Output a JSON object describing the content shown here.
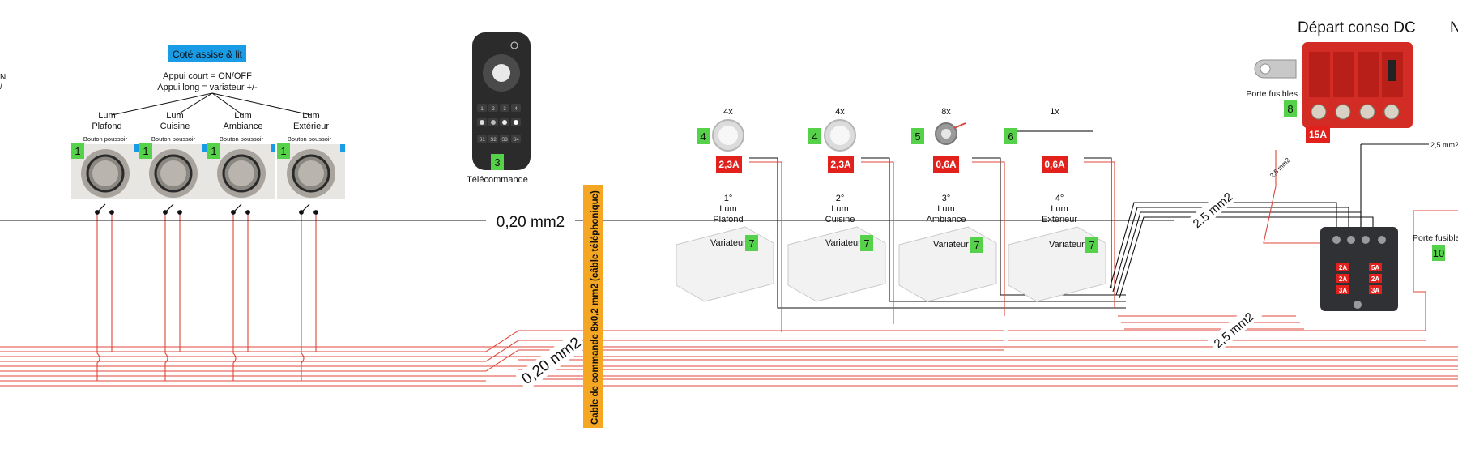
{
  "header": {
    "depart_conso": "Départ conso DC",
    "edge_char": "N",
    "left_edge_fragment": "N\n/"
  },
  "buttons_group": {
    "title": "Coté assise & lit",
    "appui_court": "Appui court = ON/OFF",
    "appui_long": "Appui long = variateur +/-",
    "button_caption": "Bouton poussoir",
    "badge": "1",
    "labels": [
      [
        "Lum",
        "Plafond"
      ],
      [
        "Lum",
        "Cuisine"
      ],
      [
        "Lum",
        "Ambiance"
      ],
      [
        "Lum",
        "Extérieur"
      ]
    ]
  },
  "remote": {
    "label": "Télécommande",
    "badge": "3",
    "keys": [
      "1",
      "2",
      "3",
      "4",
      "",
      "",
      "",
      "",
      "S1",
      "S2",
      "S3",
      "S4"
    ]
  },
  "cable": {
    "label_top": "0,20 mm2",
    "label_bottom": "0,20 mm2",
    "vertical_label": "Cable de commande 8x0,2 mm2 (câble téléphonique)"
  },
  "lights": [
    {
      "qty": "4x",
      "badge": "4",
      "current": "2,3A",
      "zone": [
        "1°",
        "Lum",
        "Plafond"
      ]
    },
    {
      "qty": "4x",
      "badge": "4",
      "current": "2,3A",
      "zone": [
        "2°",
        "Lum",
        "Cuisine"
      ]
    },
    {
      "qty": "8x",
      "badge": "5",
      "current": "0,6A",
      "zone": [
        "3°",
        "Lum",
        "Ambiance"
      ]
    },
    {
      "qty": "1x",
      "badge": "6",
      "current": "0,6A",
      "zone": [
        "4°",
        "Lum",
        "Extérieur"
      ]
    }
  ],
  "dimmers": {
    "label": "Variateur",
    "badge": "7"
  },
  "fuse_holder": {
    "label": "Porte fusibles",
    "badge": "8",
    "fuse": "15A"
  },
  "fuse_box": {
    "label": "Porte fusible",
    "badge": "10",
    "fuses_left": [
      "2A",
      "2A",
      "3A"
    ],
    "fuses_right": [
      "5A",
      "2A",
      "3A"
    ]
  },
  "wire_labels": {
    "w25_a": "2,5 mm2",
    "w25_b": "2,5 mm2",
    "w25_small": "2,5 mm2",
    "w25_top": "2,5 mm2"
  },
  "colors": {
    "green_badge": "#55d24a",
    "red_badge": "#e3211c",
    "blue_badge": "#1a9be6",
    "orange_cable": "#f5a623",
    "red_wire": "#e0453a"
  }
}
